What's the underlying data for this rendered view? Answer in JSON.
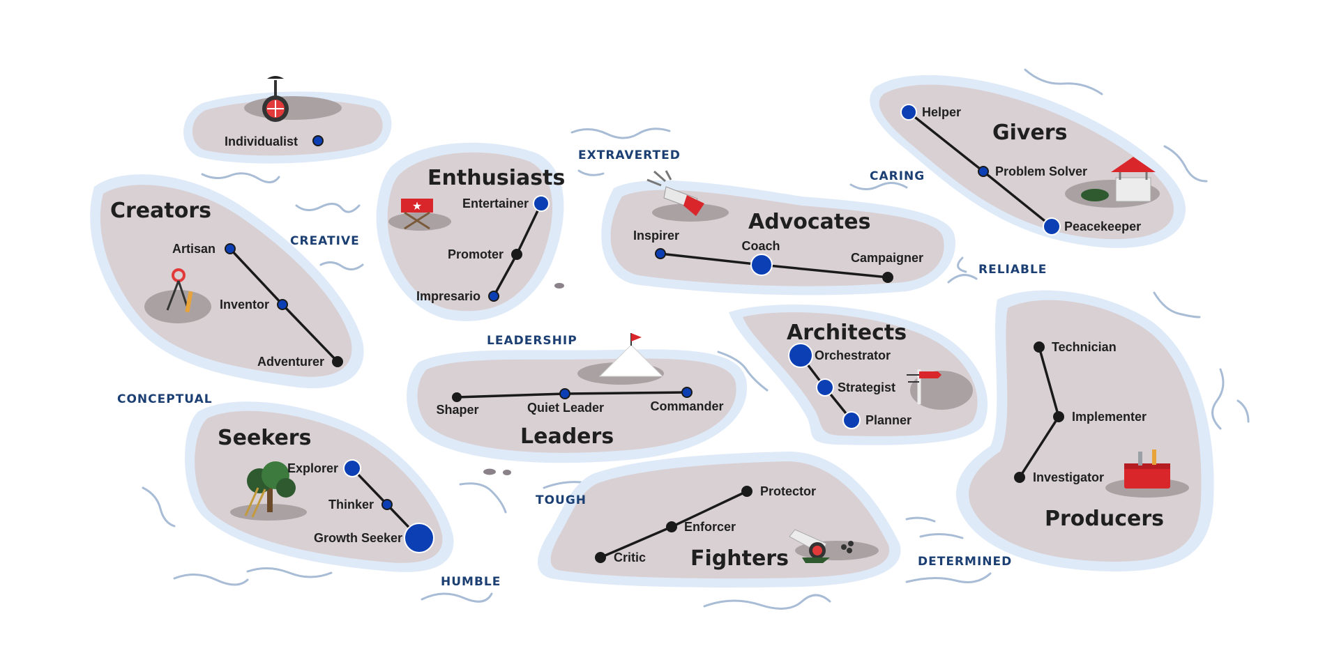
{
  "colors": {
    "island": "#d9d0d3",
    "halo": "#dfeaf8",
    "node_blue": "#0b3fb3",
    "node_black": "#1a1a1a",
    "trait_text": "#1b3f73",
    "water": "#a8bcd6"
  },
  "traits": {
    "extraverted": "EXTRAVERTED",
    "caring": "CARING",
    "creative": "CREATIVE",
    "reliable": "RELIABLE",
    "leadership": "LEADERSHIP",
    "conceptual": "CONCEPTUAL",
    "tough": "TOUGH",
    "determined": "DETERMINED",
    "humble": "HUMBLE"
  },
  "islands": {
    "individualist": {
      "nodes": [
        {
          "label": "Individualist",
          "color": "blue"
        }
      ],
      "icon": "unicycle-icon"
    },
    "creators": {
      "title": "Creators",
      "icon": "compass-pencil-icon",
      "nodes": [
        {
          "label": "Artisan",
          "color": "blue"
        },
        {
          "label": "Inventor",
          "color": "blue"
        },
        {
          "label": "Adventurer",
          "color": "black"
        }
      ]
    },
    "enthusiasts": {
      "title": "Enthusiasts",
      "icon": "director-chair-icon",
      "nodes": [
        {
          "label": "Entertainer",
          "color": "blue"
        },
        {
          "label": "Promoter",
          "color": "black"
        },
        {
          "label": "Impresario",
          "color": "blue"
        }
      ]
    },
    "advocates": {
      "title": "Advocates",
      "icon": "megaphone-icon",
      "nodes": [
        {
          "label": "Inspirer",
          "color": "blue"
        },
        {
          "label": "Coach",
          "color": "blue"
        },
        {
          "label": "Campaigner",
          "color": "black"
        }
      ]
    },
    "givers": {
      "title": "Givers",
      "icon": "wishing-well-icon",
      "nodes": [
        {
          "label": "Helper",
          "color": "blue"
        },
        {
          "label": "Problem Solver",
          "color": "blue"
        },
        {
          "label": "Peacekeeper",
          "color": "blue"
        }
      ]
    },
    "leaders": {
      "title": "Leaders",
      "icon": "mountain-flag-icon",
      "nodes": [
        {
          "label": "Shaper",
          "color": "black"
        },
        {
          "label": "Quiet Leader",
          "color": "blue"
        },
        {
          "label": "Commander",
          "color": "blue"
        }
      ]
    },
    "architects": {
      "title": "Architects",
      "icon": "signpost-icon",
      "nodes": [
        {
          "label": "Orchestrator",
          "color": "blue"
        },
        {
          "label": "Strategist",
          "color": "blue"
        },
        {
          "label": "Planner",
          "color": "blue"
        }
      ]
    },
    "producers": {
      "title": "Producers",
      "icon": "toolbox-icon",
      "nodes": [
        {
          "label": "Technician",
          "color": "black"
        },
        {
          "label": "Implementer",
          "color": "black"
        },
        {
          "label": "Investigator",
          "color": "black"
        }
      ]
    },
    "seekers": {
      "title": "Seekers",
      "icon": "tree-ladder-icon",
      "nodes": [
        {
          "label": "Explorer",
          "color": "blue"
        },
        {
          "label": "Thinker",
          "color": "blue"
        },
        {
          "label": "Growth Seeker",
          "color": "blue"
        }
      ]
    },
    "fighters": {
      "title": "Fighters",
      "icon": "cannon-icon",
      "nodes": [
        {
          "label": "Protector",
          "color": "black"
        },
        {
          "label": "Enforcer",
          "color": "black"
        },
        {
          "label": "Critic",
          "color": "black"
        }
      ]
    }
  }
}
